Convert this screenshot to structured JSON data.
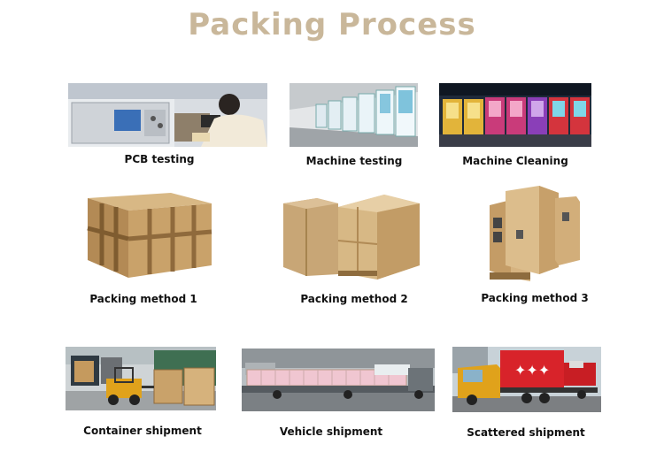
{
  "page": {
    "title": "Packing Process"
  },
  "steps": [
    {
      "label": "PCB testing"
    },
    {
      "label": "Machine testing"
    },
    {
      "label": "Machine Cleaning"
    },
    {
      "label": "Packing method 1"
    },
    {
      "label": "Packing method 2"
    },
    {
      "label": "Packing method 3"
    },
    {
      "label": "Container shipment"
    },
    {
      "label": "Vehicle shipment"
    },
    {
      "label": "Scattered shipment"
    }
  ],
  "colors": {
    "title": "#c9b79a",
    "wood": "#c9a877",
    "truck_red": "#d8232a"
  }
}
